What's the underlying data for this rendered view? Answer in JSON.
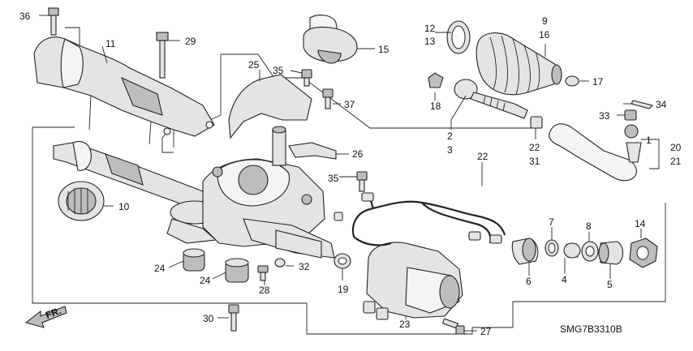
{
  "diagram": {
    "code": "SMG7B3310B",
    "direction_label": "FR.",
    "callouts": [
      {
        "id": "c36",
        "text": "36"
      },
      {
        "id": "c11",
        "text": "11"
      },
      {
        "id": "c29",
        "text": "29"
      },
      {
        "id": "c15",
        "text": "15"
      },
      {
        "id": "c12",
        "text": "12"
      },
      {
        "id": "c13",
        "text": "13"
      },
      {
        "id": "c9",
        "text": "9"
      },
      {
        "id": "c16",
        "text": "16"
      },
      {
        "id": "c17",
        "text": "17"
      },
      {
        "id": "c25",
        "text": "25"
      },
      {
        "id": "c35a",
        "text": "35"
      },
      {
        "id": "c37",
        "text": "37"
      },
      {
        "id": "c18",
        "text": "18"
      },
      {
        "id": "c33",
        "text": "33"
      },
      {
        "id": "c34",
        "text": "34"
      },
      {
        "id": "c2",
        "text": "2"
      },
      {
        "id": "c3",
        "text": "3"
      },
      {
        "id": "c22a",
        "text": "22"
      },
      {
        "id": "c31",
        "text": "31"
      },
      {
        "id": "c1",
        "text": "1"
      },
      {
        "id": "c20",
        "text": "20"
      },
      {
        "id": "c21",
        "text": "21"
      },
      {
        "id": "c26",
        "text": "26"
      },
      {
        "id": "c22b",
        "text": "22"
      },
      {
        "id": "c35b",
        "text": "35"
      },
      {
        "id": "c10",
        "text": "10"
      },
      {
        "id": "c7",
        "text": "7"
      },
      {
        "id": "c8",
        "text": "8"
      },
      {
        "id": "c14",
        "text": "14"
      },
      {
        "id": "c24a",
        "text": "24"
      },
      {
        "id": "c32",
        "text": "32"
      },
      {
        "id": "c24b",
        "text": "24"
      },
      {
        "id": "c28",
        "text": "28"
      },
      {
        "id": "c19",
        "text": "19"
      },
      {
        "id": "c6",
        "text": "6"
      },
      {
        "id": "c4",
        "text": "4"
      },
      {
        "id": "c5",
        "text": "5"
      },
      {
        "id": "c30",
        "text": "30"
      },
      {
        "id": "c23",
        "text": "23"
      },
      {
        "id": "c27",
        "text": "27"
      }
    ]
  }
}
